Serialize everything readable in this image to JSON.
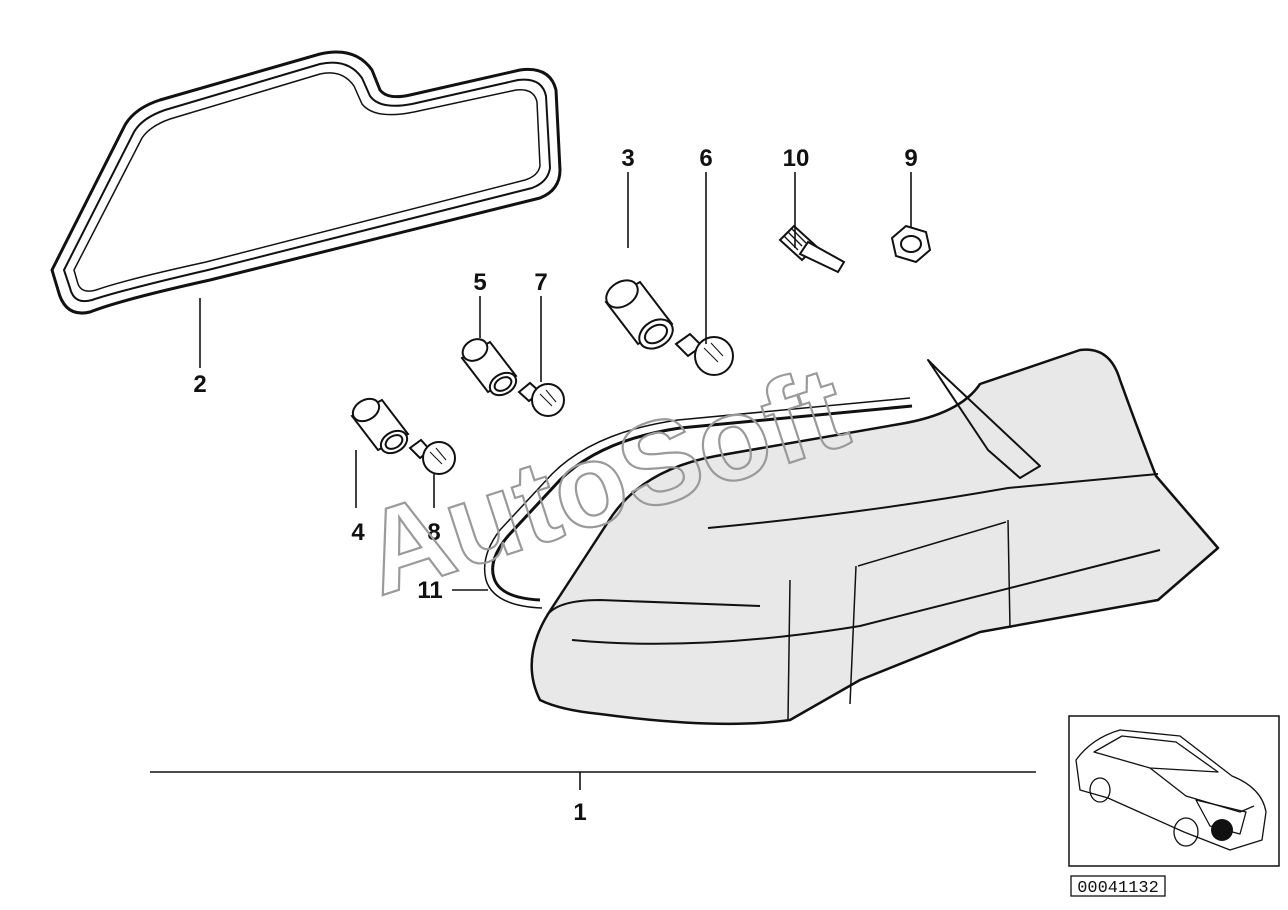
{
  "callouts": {
    "part_1": "1",
    "part_2": "2",
    "part_3": "3",
    "part_4": "4",
    "part_5": "5",
    "part_6": "6",
    "part_7": "7",
    "part_8": "8",
    "part_9": "9",
    "part_10": "10",
    "part_11": "11"
  },
  "watermark": "AutoSoft",
  "reference_number": "00041132",
  "colors": {
    "line": "#111111",
    "lamp_shade": "#e8e8e8",
    "watermark": "#9a9a9a"
  }
}
